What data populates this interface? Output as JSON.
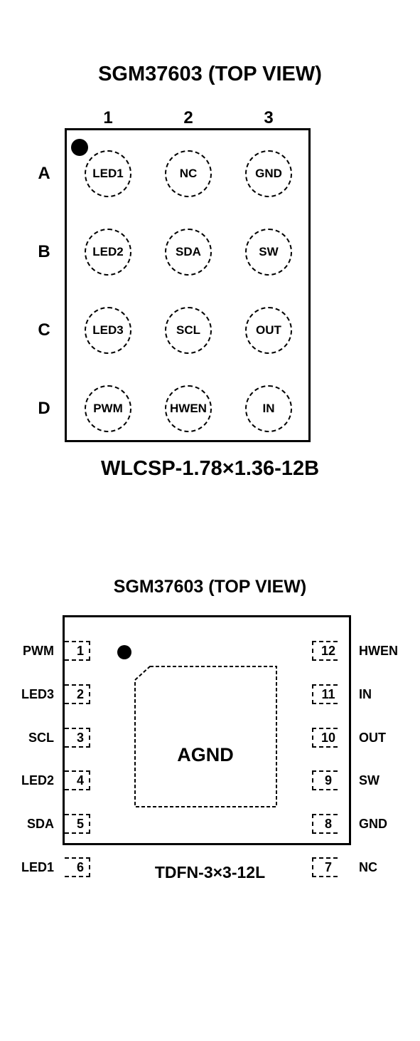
{
  "wlcsp": {
    "title": "SGM37603 (TOP VIEW)",
    "columns": [
      "1",
      "2",
      "3"
    ],
    "rows": [
      "A",
      "B",
      "C",
      "D"
    ],
    "balls": [
      [
        "LED1",
        "NC",
        "GND"
      ],
      [
        "LED2",
        "SDA",
        "SW"
      ],
      [
        "LED3",
        "SCL",
        "OUT"
      ],
      [
        "PWM",
        "HWEN",
        "IN"
      ]
    ],
    "package": "WLCSP-1.78×1.36-12B"
  },
  "tdfn": {
    "title": "SGM37603 (TOP VIEW)",
    "left_pins": [
      {
        "num": "1",
        "name": "PWM"
      },
      {
        "num": "2",
        "name": "LED3"
      },
      {
        "num": "3",
        "name": "SCL"
      },
      {
        "num": "4",
        "name": "LED2"
      },
      {
        "num": "5",
        "name": "SDA"
      },
      {
        "num": "6",
        "name": "LED1"
      }
    ],
    "right_pins": [
      {
        "num": "12",
        "name": "HWEN"
      },
      {
        "num": "11",
        "name": "IN"
      },
      {
        "num": "10",
        "name": "OUT"
      },
      {
        "num": "9",
        "name": "SW"
      },
      {
        "num": "8",
        "name": "GND"
      },
      {
        "num": "7",
        "name": "NC"
      }
    ],
    "exposed_pad": "AGND",
    "package": "TDFN-3×3-12L"
  }
}
